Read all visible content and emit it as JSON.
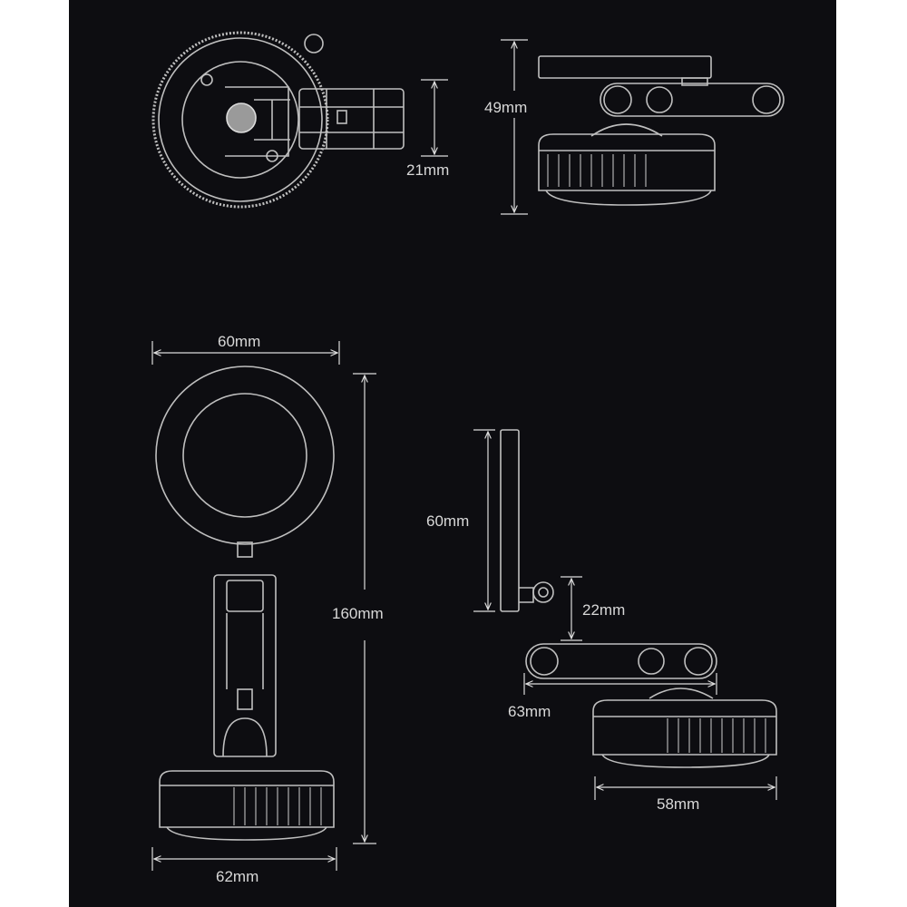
{
  "colors": {
    "background": "#0d0d11",
    "page_margin": "#ffffff",
    "outline": "#bfbfbf",
    "dimension_line": "#dcdcdc",
    "label": "#d8d8d8"
  },
  "dimensions": {
    "top_view_width": "21mm",
    "side_view_height": "49mm",
    "front_width": "60mm",
    "front_height": "160mm",
    "base_width": "62mm",
    "plate_height": "60mm",
    "arm_height": "22mm",
    "arm_length": "63mm",
    "side_base_width": "58mm"
  }
}
